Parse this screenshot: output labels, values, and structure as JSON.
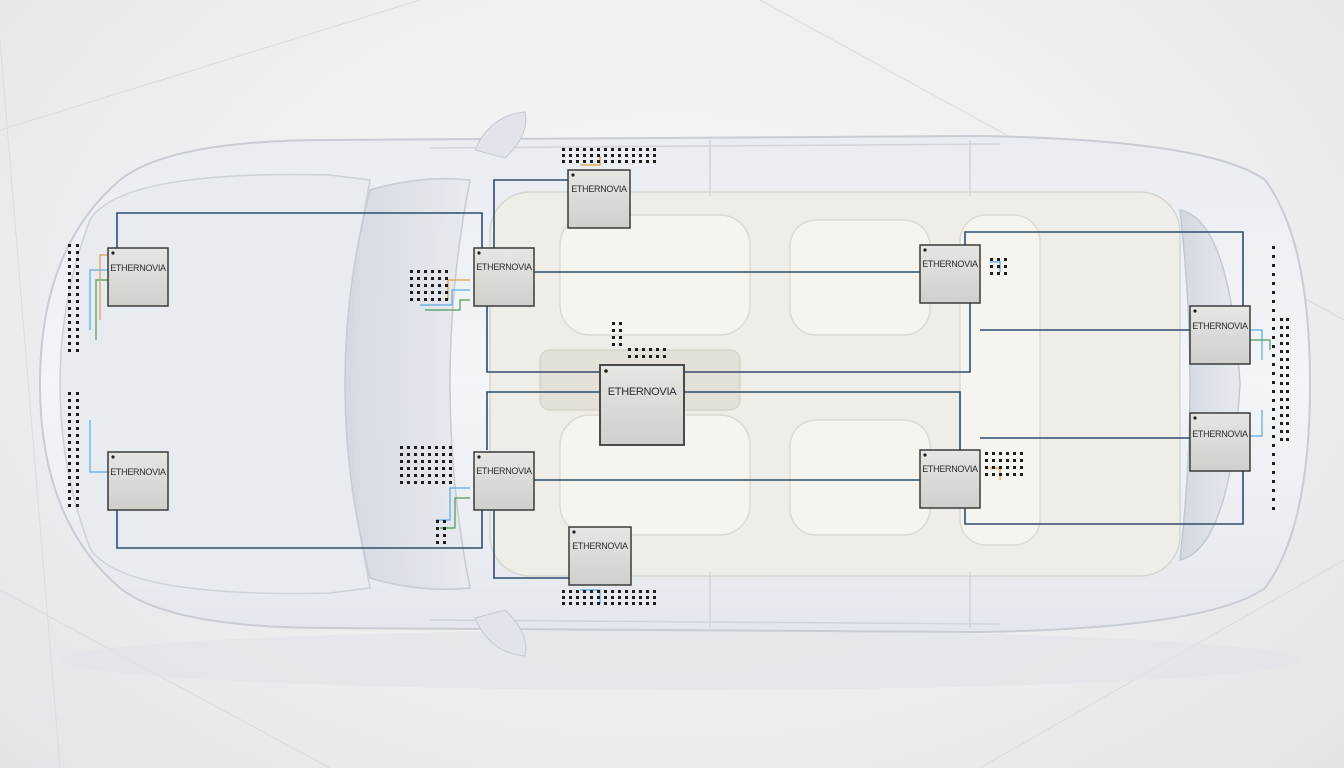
{
  "diagram": {
    "module_brand": "ETHERNOVIA",
    "colors": {
      "background": "#eceef0",
      "car_body": "#dfe3ea",
      "car_outline": "#c9ced8",
      "interior": "#f1efe9",
      "wire_main": "#2f4c6e",
      "wire_accent_blue": "#5aa9e0",
      "wire_accent_green": "#4a9a5a",
      "wire_accent_orange": "#d8a24a",
      "chip_fill": "#d9d9d6",
      "chip_border": "#3a3a3a",
      "pin": "#1e1e1e"
    },
    "modules": [
      {
        "id": "front-left",
        "label": "ETHERNOVIA"
      },
      {
        "id": "front-right",
        "label": "ETHERNOVIA"
      },
      {
        "id": "zone-front-upper",
        "label": "ETHERNOVIA"
      },
      {
        "id": "zone-front-lower",
        "label": "ETHERNOVIA"
      },
      {
        "id": "mirror-upper",
        "label": "ETHERNOVIA"
      },
      {
        "id": "mirror-lower",
        "label": "ETHERNOVIA"
      },
      {
        "id": "central",
        "label": "ETHERNOVIA"
      },
      {
        "id": "zone-rear-upper",
        "label": "ETHERNOVIA"
      },
      {
        "id": "zone-rear-lower",
        "label": "ETHERNOVIA"
      },
      {
        "id": "rear-upper",
        "label": "ETHERNOVIA"
      },
      {
        "id": "rear-lower",
        "label": "ETHERNOVIA"
      }
    ]
  }
}
